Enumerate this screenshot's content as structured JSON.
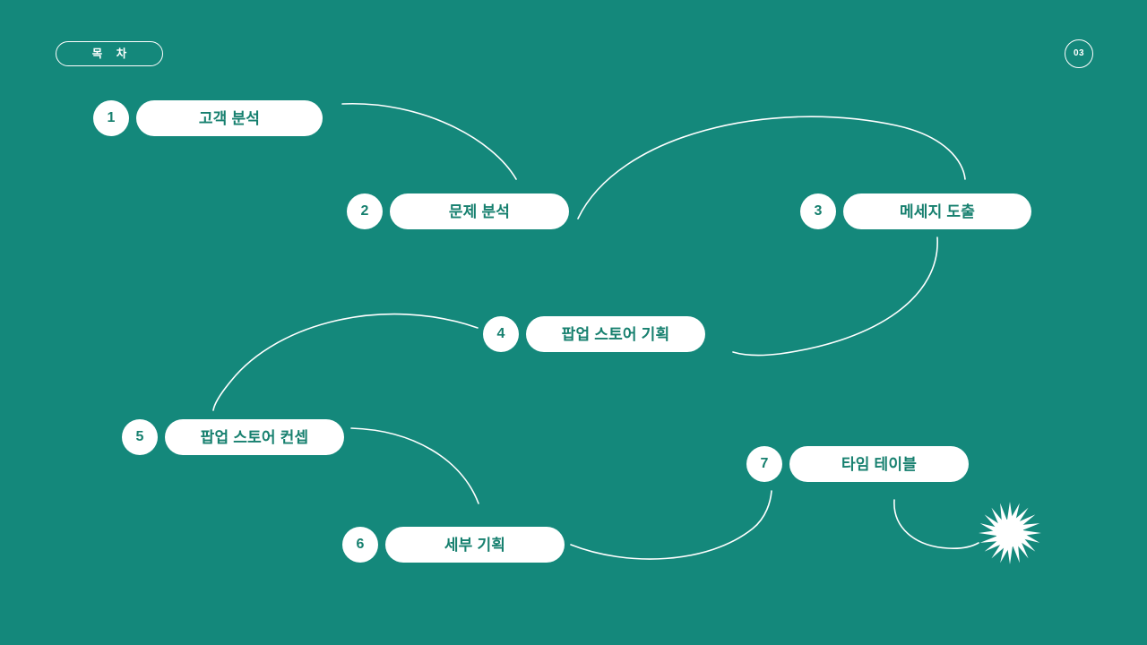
{
  "slide": {
    "background_color": "#14887b",
    "accent_color": "#17806f",
    "foreground_color": "#ffffff",
    "title_badge": "목  차",
    "page_number": "03"
  },
  "flow": {
    "items": [
      {
        "number": "1",
        "label": "고객 분석"
      },
      {
        "number": "2",
        "label": "문제 분석"
      },
      {
        "number": "3",
        "label": "메세지 도출"
      },
      {
        "number": "4",
        "label": "팝업 스토어 기획"
      },
      {
        "number": "5",
        "label": "팝업 스토어 컨셉"
      },
      {
        "number": "6",
        "label": "세부 기획"
      },
      {
        "number": "7",
        "label": "타임 테이블"
      }
    ]
  },
  "decoration": {
    "starburst": "starburst-icon"
  }
}
